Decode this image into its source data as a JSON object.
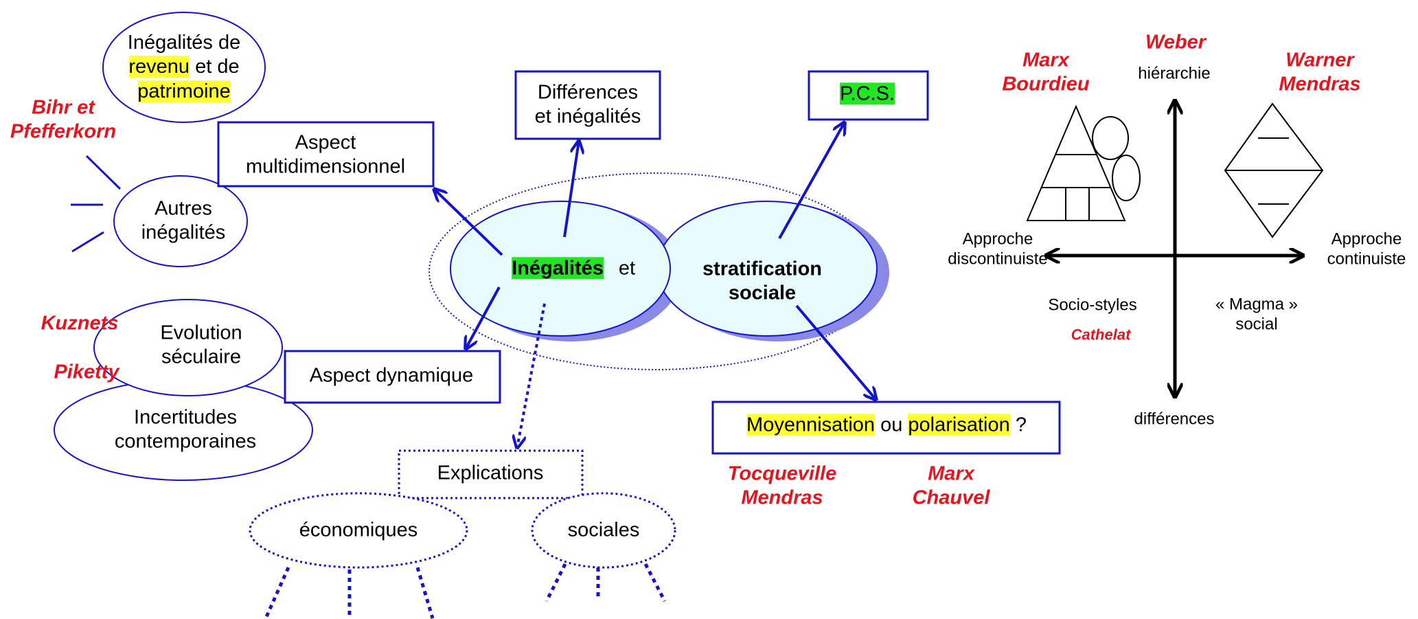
{
  "colors": {
    "line": "#1414cc",
    "author": "#e8141d",
    "highlight_yellow": "#ffff33",
    "highlight_green": "#22e622",
    "ellipse_fill": "#e8fbfd",
    "ellipse_shadow": "#8a8ae6"
  },
  "center": {
    "inegalites": "Inégalités",
    "et": "et",
    "stratification_line1": "stratification",
    "stratification_line2": "sociale"
  },
  "nodes": {
    "revenu": {
      "line1": "Inégalités de",
      "revenu": "revenu",
      "et_de": " et de",
      "patrimoine": "patrimoine"
    },
    "multidim": {
      "line1": "Aspect",
      "line2": "multidimensionnel"
    },
    "autres": {
      "line1": "Autres",
      "line2": "inégalités"
    },
    "differences": {
      "line1": "Différences",
      "line2": "et inégalités"
    },
    "pcs": {
      "label": "P.C.S."
    },
    "evolution": {
      "line1": "Evolution",
      "line2": "séculaire"
    },
    "dynamique": {
      "label": "Aspect dynamique"
    },
    "incertitudes": {
      "line1": "Incertitudes",
      "line2": "contemporaines"
    },
    "explications": {
      "label": "Explications"
    },
    "economiques": {
      "label": "économiques"
    },
    "sociales": {
      "label": "sociales"
    },
    "moyennisation": {
      "part1": "Moyennisation",
      "part2": " ou ",
      "part3": "polarisation",
      "part4": " ?"
    }
  },
  "authors": {
    "bihr": {
      "line1": "Bihr et",
      "line2": "Pfefferkorn"
    },
    "kuznets": "Kuznets",
    "piketty": "Piketty",
    "tocqueville": {
      "line1": "Tocqueville",
      "line2": "Mendras"
    },
    "marx_chauvel": {
      "line1": "Marx",
      "line2": "Chauvel"
    },
    "weber": "Weber",
    "marx_bourdieu": {
      "line1": "Marx",
      "line2": "Bourdieu"
    },
    "warner_mendras": {
      "line1": "Warner",
      "line2": "Mendras"
    },
    "cathelat": "Cathelat"
  },
  "axes": {
    "top": "hiérarchie",
    "bottom": "différences",
    "left_line1": "Approche",
    "left_line2": "discontinuiste",
    "right_line1": "Approche",
    "right_line2": "continuiste",
    "q3": "Socio-styles",
    "q4_line1": "« Magma »",
    "q4_line2": "social"
  }
}
